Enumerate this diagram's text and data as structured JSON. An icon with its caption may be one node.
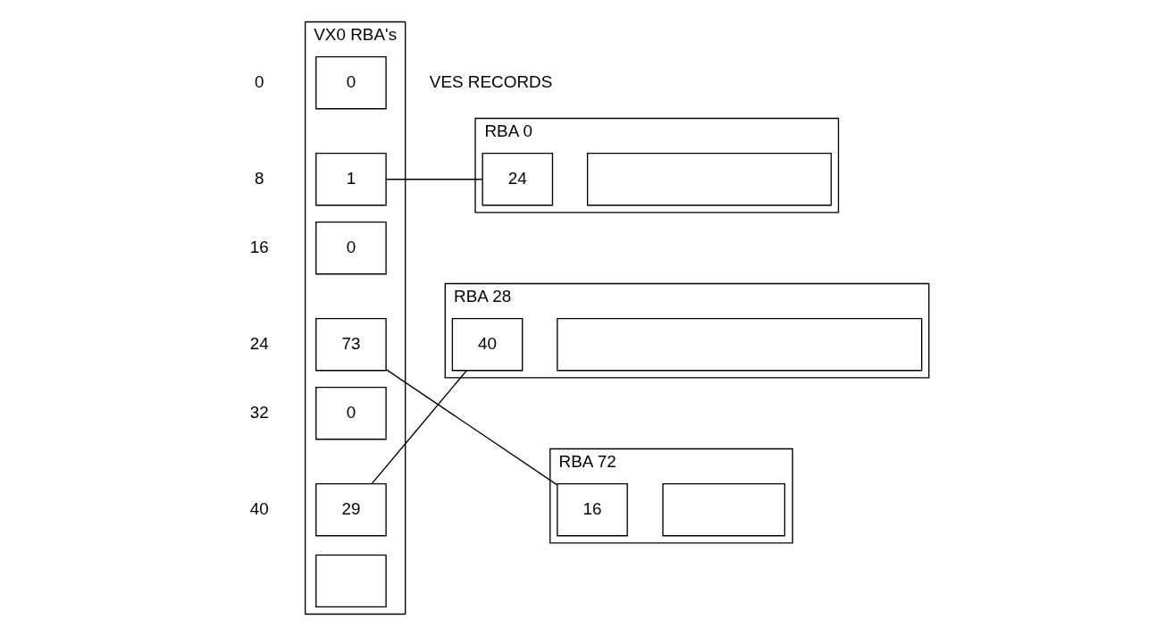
{
  "diagram": {
    "nodes": [
      {
        "text": [
          "VX0 RBA's"
        ]
      },
      {
        "text": [
          "0"
        ],
        "in": 0,
        "beside": [
          "0"
        ]
      },
      {
        "text": [
          "1"
        ],
        "in": 0,
        "beside": [
          "8"
        ]
      },
      {
        "text": [
          "0"
        ],
        "in": 0,
        "beside": [
          "16"
        ]
      },
      {
        "text": [
          "73"
        ],
        "in": 0,
        "beside": [
          "24"
        ]
      },
      {
        "text": [
          "0"
        ],
        "in": 0,
        "beside": [
          "32"
        ]
      },
      {
        "text": [
          "29"
        ],
        "in": 0,
        "beside": [
          "40"
        ]
      },
      {
        "text": [],
        "shape": "box",
        "in": 0
      },
      {
        "text": [
          "RBA 0"
        ]
      },
      {
        "text": [
          "24"
        ],
        "in": 8
      },
      {
        "text": [],
        "shape": "box",
        "in": 8
      },
      {
        "text": [
          "RBA 28"
        ]
      },
      {
        "text": [
          "40"
        ],
        "in": 11
      },
      {
        "text": [],
        "shape": "box",
        "in": 11
      },
      {
        "text": [
          "RBA 72"
        ]
      },
      {
        "text": [
          "16"
        ],
        "in": 14
      },
      {
        "text": [],
        "shape": "box",
        "in": 14
      }
    ],
    "edges": [
      {
        "from": 2,
        "to": 9,
        "arrow": "none"
      },
      {
        "from": 4,
        "to": 15,
        "arrow": "none"
      },
      {
        "from": 6,
        "to": 12,
        "arrow": "none"
      }
    ],
    "labels": [
      "VES RECORDS"
    ]
  }
}
